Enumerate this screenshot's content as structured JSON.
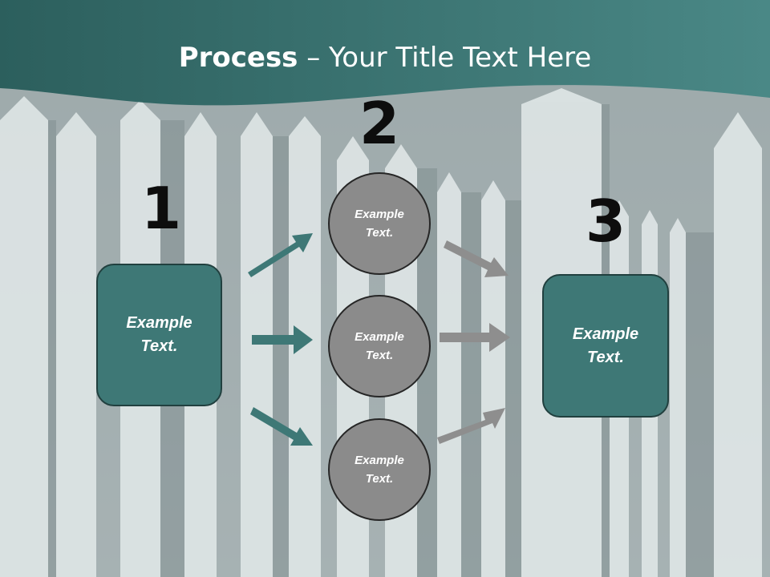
{
  "title": {
    "bold": "Process",
    "rest": " – Your Title Text Here"
  },
  "steps": {
    "one": "1",
    "two": "2",
    "three": "3"
  },
  "left_box": {
    "line1": "Example",
    "line2": "Text."
  },
  "circles": [
    {
      "line1": "Example",
      "line2": "Text."
    },
    {
      "line1": "Example",
      "line2": "Text."
    },
    {
      "line1": "Example",
      "line2": "Text."
    }
  ],
  "right_box": {
    "line1": "Example",
    "line2": "Text."
  },
  "colors": {
    "teal": "#3e7876",
    "header": "#2f6462",
    "circle": "#8b8b8b",
    "gray_arrow": "#8e8e8e"
  }
}
